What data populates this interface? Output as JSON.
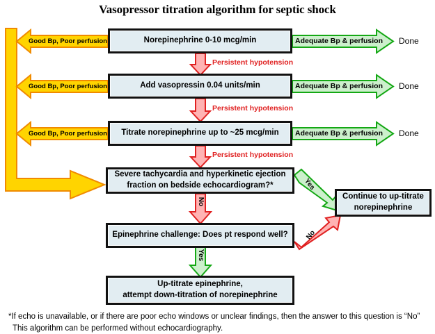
{
  "title": "Vasopressor titration algorithm for septic shock",
  "colors": {
    "box_fill": "#e2edf2",
    "box_border": "#111111",
    "yellow_fill": "#ffd400",
    "yellow_border": "#f08a00",
    "green_fill": "#ccf0cc",
    "green_border": "#14a814",
    "red_fill": "#ffb3b3",
    "red_border": "#e02020",
    "red_text": "#e02020"
  },
  "boxes": [
    {
      "id": "norepinephrine",
      "label": "Norepinephrine 0-10 mcg/min"
    },
    {
      "id": "vasopressin",
      "label": "Add vasopressin 0.04 units/min"
    },
    {
      "id": "titrate-norepi",
      "label": "Titrate norepinephrine up to ~25 mcg/min"
    },
    {
      "id": "echo-question",
      "line1": "Severe tachycardia and hyperkinetic ejection",
      "line2": "fraction on bedside echocardiogram?*"
    },
    {
      "id": "epinephrine-challenge",
      "label": "Epinephrine challenge: Does pt respond well?"
    },
    {
      "id": "up-titrate-epi",
      "line1": "Up-titrate epinephrine,",
      "line2": "attempt down-titration of norepinephrine"
    },
    {
      "id": "continue-up-titrate",
      "line1": "Continue to up-titrate",
      "line2": "norepinephrine"
    }
  ],
  "arrow_labels": {
    "good_bp": "Good Bp, Poor perfusion",
    "adequate_bp": "Adequate Bp & perfusion",
    "done": "Done",
    "persistent_hypotension": "Persistent hypotension",
    "yes": "Yes",
    "no": "No"
  },
  "footnote": {
    "line1": "*If echo is unavailable, or if there are poor echo windows or unclear findings, then the answer to this question is “No”",
    "line2": "This algorithm can be performed without echocardiography."
  }
}
